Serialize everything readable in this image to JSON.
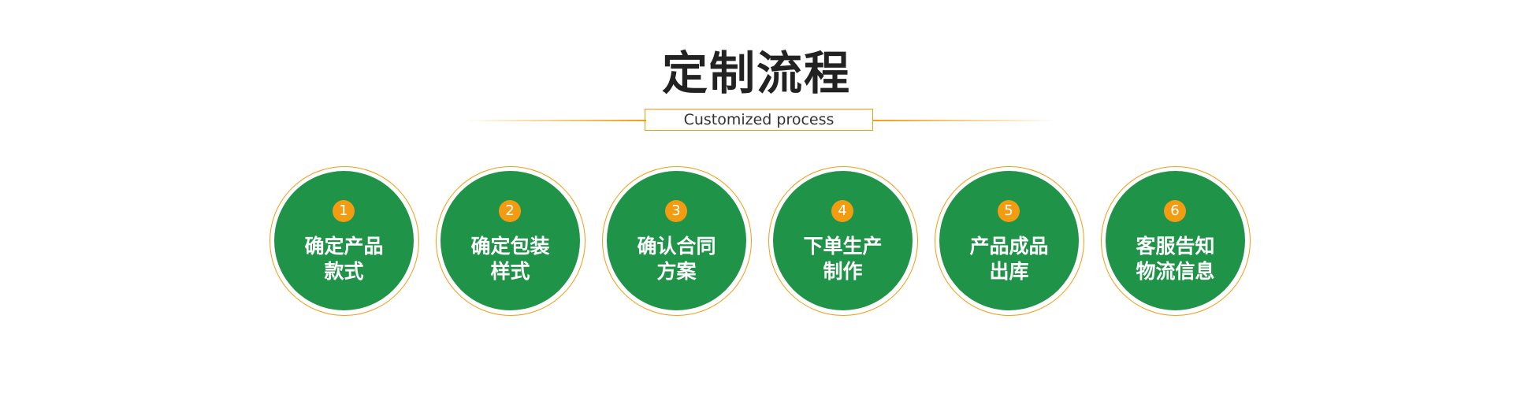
{
  "header": {
    "title": "定制流程",
    "subtitle": "Customized process"
  },
  "colors": {
    "accent": "#f39c12",
    "circle": "#1f9448",
    "title": "#222222"
  },
  "steps": [
    {
      "number": "1",
      "line1": "确定产品",
      "line2": "款式"
    },
    {
      "number": "2",
      "line1": "确定包装",
      "line2": "样式"
    },
    {
      "number": "3",
      "line1": "确认合同",
      "line2": "方案"
    },
    {
      "number": "4",
      "line1": "下单生产",
      "line2": "制作"
    },
    {
      "number": "5",
      "line1": "产品成品",
      "line2": "出库"
    },
    {
      "number": "6",
      "line1": "客服告知",
      "line2": "物流信息"
    }
  ]
}
